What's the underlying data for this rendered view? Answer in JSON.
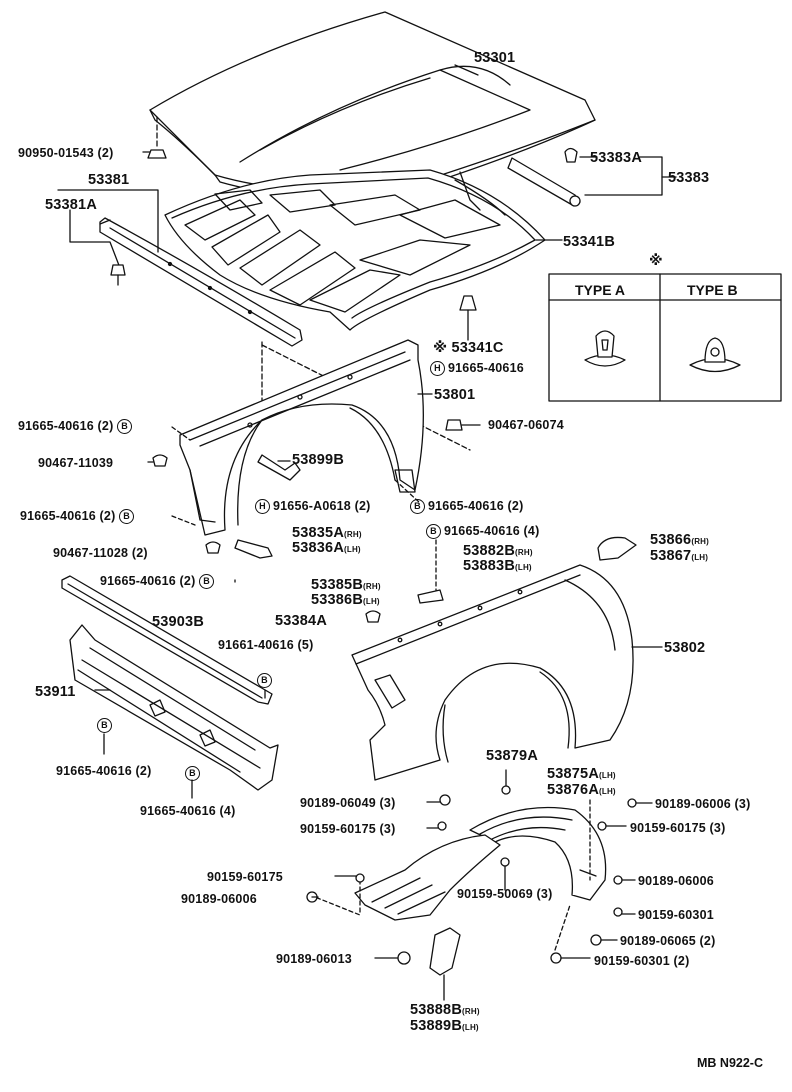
{
  "labels": {
    "l53301": "53301",
    "l90950": "90950-01543 (2)",
    "l53381": "53381",
    "l53381A": "53381A",
    "l53383A": "53383A",
    "l53383": "53383",
    "l53341B": "53341B",
    "l53341C": "53341C",
    "l91665_top": "91665-40616",
    "l53801": "53801",
    "l91665_2a": "91665-40616 (2)",
    "l90467_06074": "90467-06074",
    "l90467_11039": "90467-11039",
    "l53899B": "53899B",
    "l91656": "91656-A0618 (2)",
    "l91665_2b": "91665-40616 (2)",
    "l91665_2c": "91665-40616 (2)",
    "l53835A": "53835A",
    "l53836A": "53836A",
    "l90467_11028": "90467-11028 (2)",
    "l91665_4a": "91665-40616 (4)",
    "l53866": "53866",
    "l53867": "53867",
    "l91665_2d": "91665-40616 (2)",
    "l53882B": "53882B",
    "l53883B": "53883B",
    "l53385B": "53385B",
    "l53386B": "53386B",
    "l53903B": "53903B",
    "l53384A": "53384A",
    "l91661": "91661-40616 (5)",
    "l53802": "53802",
    "l53911": "53911",
    "l91665_2e": "91665-40616 (2)",
    "l91665_4b": "91665-40616 (4)",
    "l53879A": "53879A",
    "l53875A": "53875A",
    "l53876A": "53876A",
    "l90189_06049": "90189-06049 (3)",
    "l90189_06006_3": "90189-06006 (3)",
    "l90159_60175_3a": "90159-60175 (3)",
    "l90159_60175_3b": "90159-60175 (3)",
    "l90159_60175": "90159-60175",
    "l90159_50069": "90159-50069 (3)",
    "l90189_06006a": "90189-06006",
    "l90189_06006b": "90189-06006",
    "l90159_60301": "90159-60301",
    "l90189_06065": "90189-06065 (2)",
    "l90189_06013": "90189-06013",
    "l90159_60301_2": "90159-60301 (2)",
    "l53888B": "53888B",
    "l53889B": "53889B"
  },
  "suffix": {
    "rh": "(RH)",
    "lh": "(LH)"
  },
  "badges": {
    "b": "B",
    "h": "H"
  },
  "legend": {
    "star": "※",
    "type_a": "TYPE A",
    "type_b": "TYPE B"
  },
  "star_mark": "※",
  "footer": "MB N922-C"
}
